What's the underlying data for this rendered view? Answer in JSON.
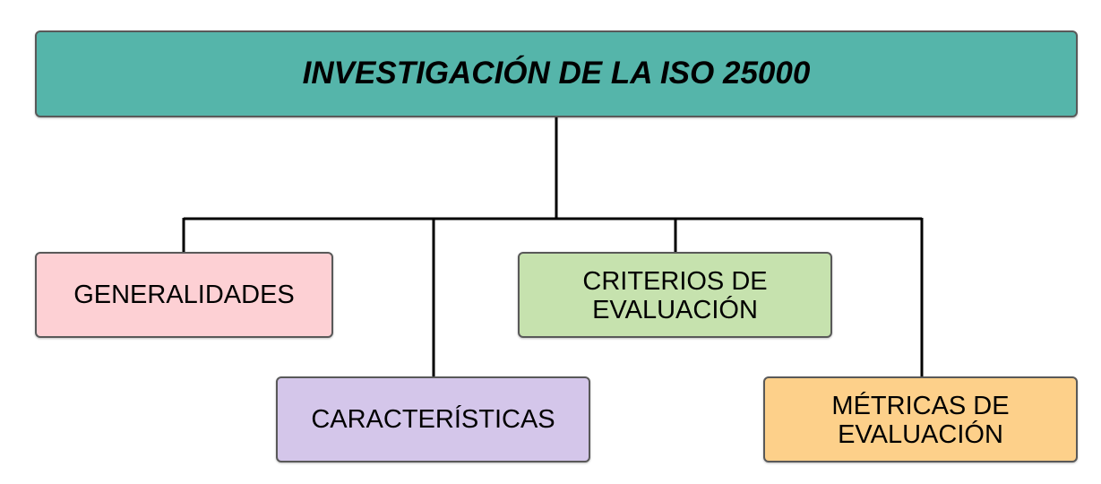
{
  "root": {
    "label": "INVESTIGACIÓN DE LA ISO 25000",
    "color": "#55b5aa"
  },
  "children": [
    {
      "id": "generalidades",
      "lines": [
        "GENERALIDADES"
      ],
      "color": "#fdd0d4"
    },
    {
      "id": "caracteristicas",
      "lines": [
        "CARACTERÍSTICAS"
      ],
      "color": "#d4c6ea"
    },
    {
      "id": "criterios",
      "lines": [
        "CRITERIOS DE",
        "EVALUACIÓN"
      ],
      "color": "#c6e2ae"
    },
    {
      "id": "metricas",
      "lines": [
        "MÉTRICAS DE",
        "EVALUACIÓN"
      ],
      "color": "#fdd08a"
    }
  ],
  "edges": [
    [
      "root",
      "generalidades"
    ],
    [
      "root",
      "caracteristicas"
    ],
    [
      "root",
      "criterios"
    ],
    [
      "root",
      "metricas"
    ]
  ],
  "connector_color": "#000000",
  "border_color": "#595959"
}
